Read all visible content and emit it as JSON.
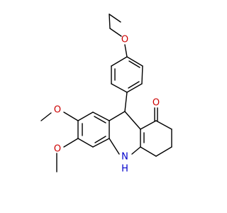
{
  "molecule": {
    "colors": {
      "bond": "#000000",
      "oxygen": "#cc0000",
      "nitrogen": "#0000cc"
    },
    "atoms": {
      "carbonyl_oxygen": "O",
      "ethoxy_oxygen": "O",
      "methoxy_oxygen_upper": "O",
      "methoxy_oxygen_lower": "O",
      "amine_nitrogen": "N",
      "amine_hydrogen": "H"
    }
  }
}
